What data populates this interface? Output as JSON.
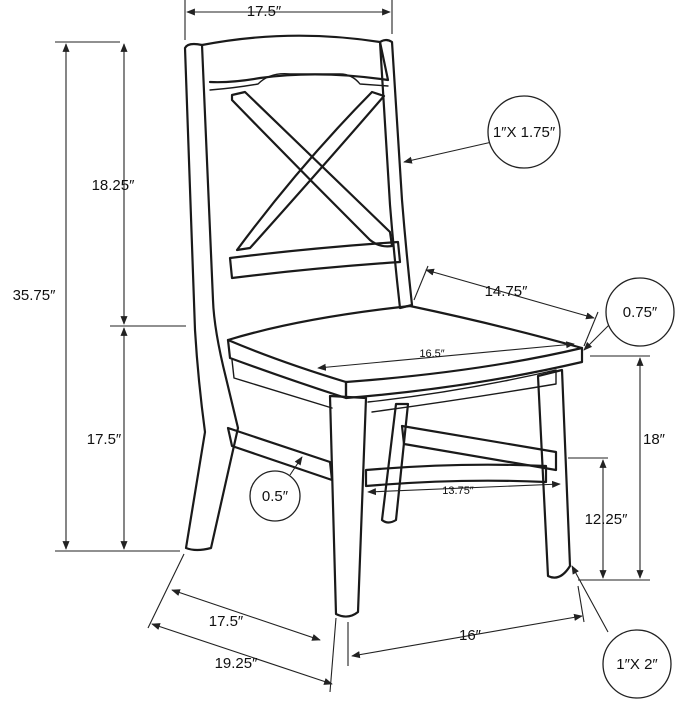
{
  "dimensions": {
    "back_width": "17.5″",
    "total_height": "35.75″",
    "back_height": "18.25″",
    "seat_height_left": "17.5″",
    "seat_depth": "14.75″",
    "seat_width": "16.5″",
    "stretcher_width": "13.75″",
    "seat_height_right": "18″",
    "stretcher_height": "12.25″",
    "base_depth": "17.5″",
    "overall_depth": "19.25″",
    "base_width": "16″"
  },
  "callouts": {
    "back_post": "1″X 1.75″",
    "seat_thickness": "0.75″",
    "stretcher_thickness": "0.5″",
    "leg": "1″X 2″"
  },
  "colors": {
    "line": "#1a1a1a",
    "background": "#ffffff"
  }
}
